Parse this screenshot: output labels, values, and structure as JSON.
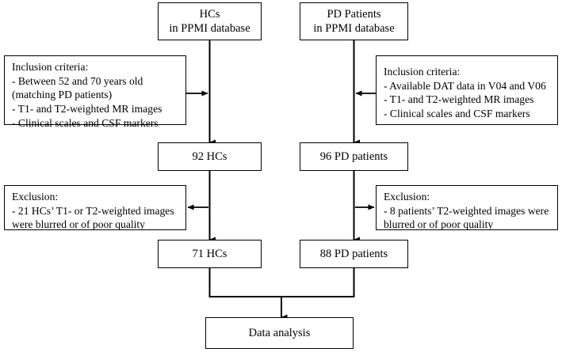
{
  "figure": {
    "type": "flowchart",
    "title": "Participant selection flowchart (PPMI database)",
    "orientation": "top-to-bottom",
    "line_color": "#000000",
    "background_color": "#ffffff"
  },
  "nodes": {
    "hc_source": {
      "lines": [
        "HCs",
        "in PPMI database"
      ]
    },
    "pd_source": {
      "lines": [
        "PD Patients",
        "in PPMI database"
      ]
    },
    "inclusion_hc": {
      "lines": [
        "Inclusion criteria:",
        "-  Between 52 and 70 years old",
        "(matching PD patients)",
        "- T1- and T2-weighted MR images",
        "- Clinical scales and CSF markers"
      ]
    },
    "inclusion_pd": {
      "lines": [
        "Inclusion criteria:",
        "- Available DAT data in V04 and V06",
        "- T1- and T2-weighted MR images",
        "- Clinical scales and CSF markers"
      ]
    },
    "count_hc": {
      "lines": [
        "92 HCs"
      ]
    },
    "count_pd": {
      "lines": [
        "96 PD patients"
      ]
    },
    "exclusion_hc": {
      "lines": [
        "Exclusion:",
        "- 21 HCs’ T1- or T2-weighted images",
        "were blurred or of poor quality"
      ]
    },
    "exclusion_pd": {
      "lines": [
        "Exclusion:",
        "- 8 patients’ T2-weighted images were",
        "blurred or of poor quality"
      ]
    },
    "final_hc": {
      "lines": [
        "71 HCs"
      ]
    },
    "final_pd": {
      "lines": [
        "88 PD patients"
      ]
    },
    "analysis": {
      "lines": [
        "Data analysis"
      ]
    }
  },
  "edges": [
    {
      "from": "hc_source",
      "to": "count_hc",
      "style": "arrow-down"
    },
    {
      "from": "pd_source",
      "to": "count_pd",
      "style": "arrow-down"
    },
    {
      "from": "inclusion_hc",
      "to": "hc_branch",
      "style": "arrow-right"
    },
    {
      "from": "inclusion_pd",
      "to": "pd_branch",
      "style": "arrow-left"
    },
    {
      "from": "count_hc",
      "to": "final_hc",
      "style": "arrow-down"
    },
    {
      "from": "count_pd",
      "to": "final_pd",
      "style": "arrow-down"
    },
    {
      "from": "hc_branch",
      "to": "exclusion_hc",
      "style": "arrow-left"
    },
    {
      "from": "pd_branch",
      "to": "exclusion_pd",
      "style": "arrow-right"
    },
    {
      "from": "final_hc",
      "to": "analysis",
      "style": "elbow-down"
    },
    {
      "from": "final_pd",
      "to": "analysis",
      "style": "elbow-down"
    }
  ]
}
